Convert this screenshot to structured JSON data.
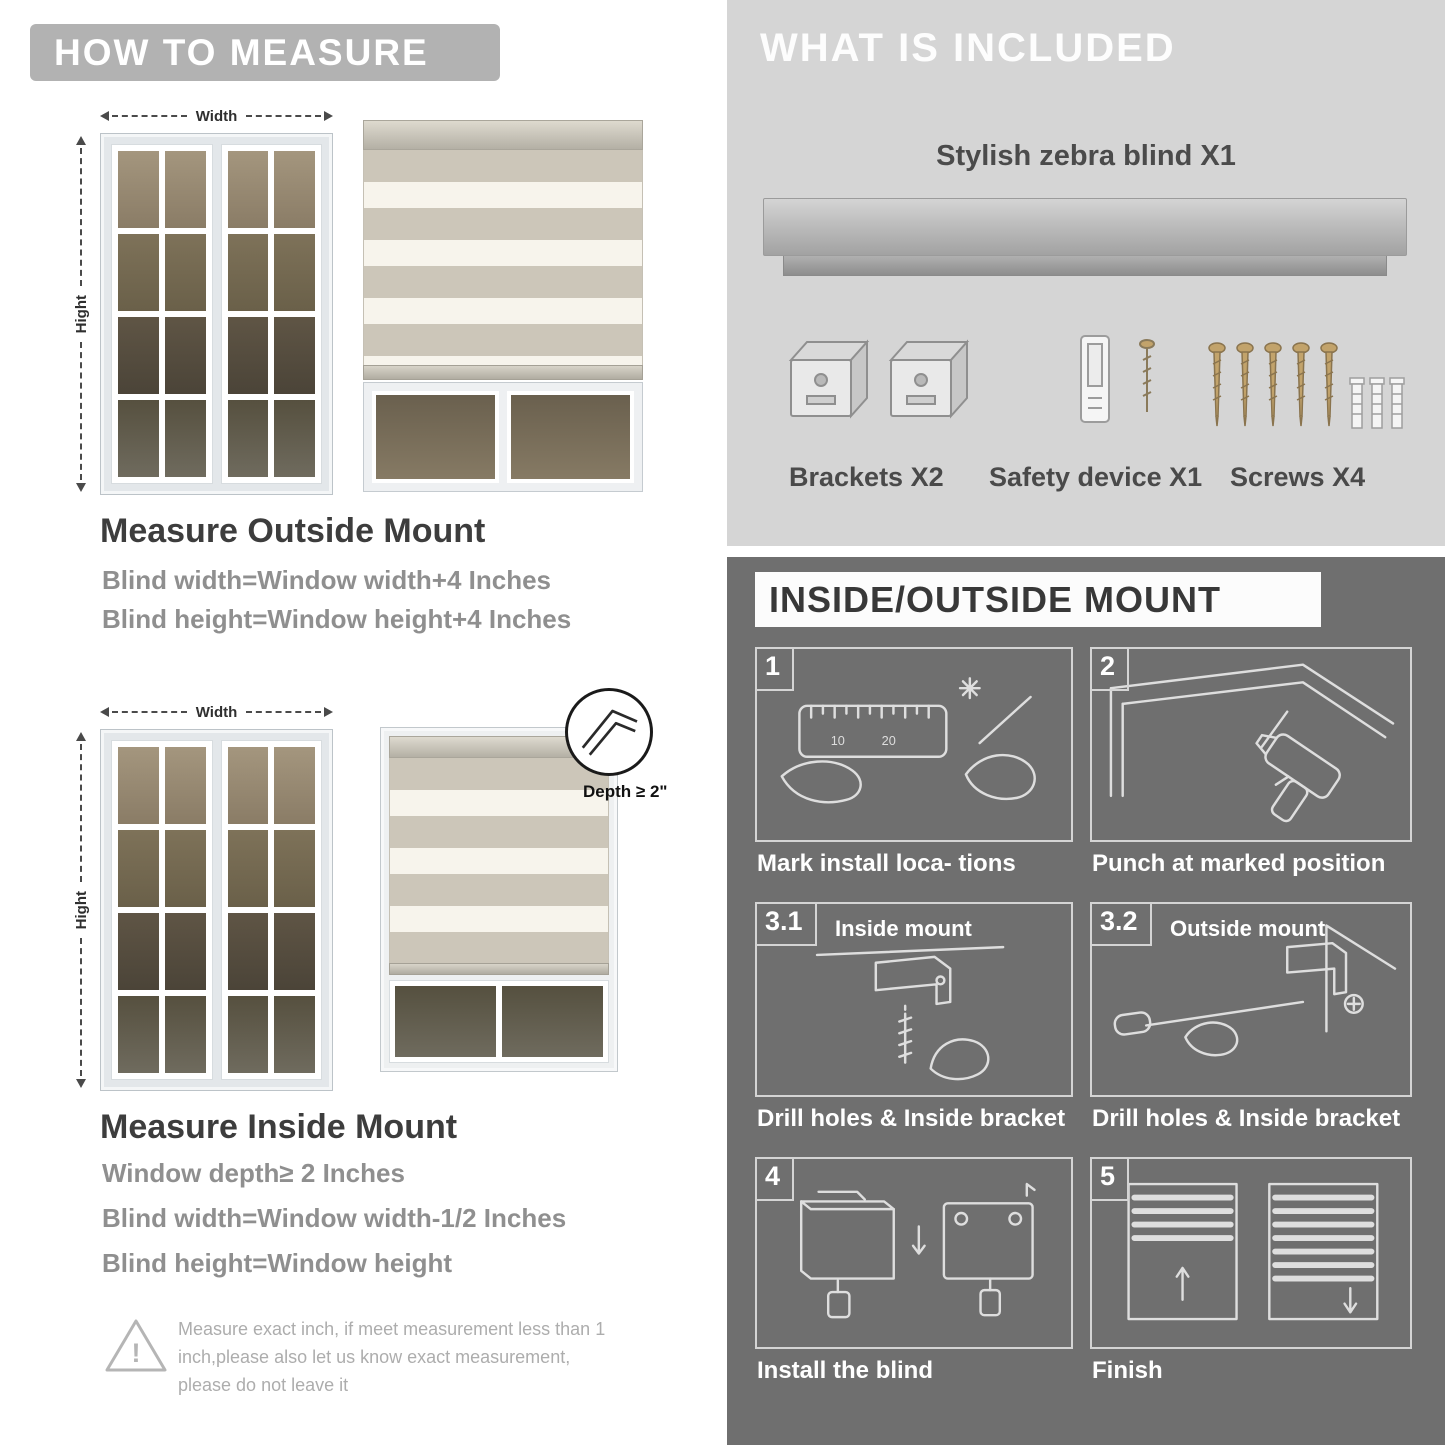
{
  "colors": {
    "header_bar": "#b2b2b2",
    "included_bg": "#d5d5d5",
    "mount_bg": "#6f6f6f",
    "title_text": "#3d3d3d",
    "formula_text": "#8f8f8f",
    "caption_text": "#ffffff"
  },
  "measure": {
    "header": "HOW TO MEASURE",
    "width_label": "Width",
    "height_label": "Hight",
    "outside": {
      "title": "Measure Outside Mount",
      "lines": [
        "Blind width=Window width+4 Inches",
        "Blind height=Window height+4 Inches"
      ]
    },
    "inside": {
      "depth_callout": "Depth ≥ 2\"",
      "title": "Measure Inside Mount",
      "lines": [
        "Window depth≥ 2 Inches",
        "Blind width=Window width-1/2 Inches",
        "Blind height=Window height"
      ]
    },
    "warning": {
      "icon": "!",
      "text": "Measure exact inch, if meet measurement less than 1 inch,please also let us know exact measurement, please do not leave it"
    }
  },
  "included": {
    "header": "WHAT IS INCLUDED",
    "blind_label": "Stylish zebra blind X1",
    "items": [
      {
        "name": "brackets",
        "label": "Brackets X2"
      },
      {
        "name": "safety-device",
        "label": "Safety device X1"
      },
      {
        "name": "screws",
        "label": "Screws X4"
      }
    ]
  },
  "mount": {
    "header": "INSIDE/OUTSIDE MOUNT",
    "steps": [
      {
        "num": "1",
        "title": "",
        "caption": "Mark install loca- tions"
      },
      {
        "num": "2",
        "title": "",
        "caption": "Punch at  marked position"
      },
      {
        "num": "3.1",
        "title": "Inside mount",
        "caption": "Drill holes &  Inside bracket"
      },
      {
        "num": "3.2",
        "title": "Outside mount",
        "caption": "Drill holes &  Inside bracket"
      },
      {
        "num": "4",
        "title": "",
        "caption": "Install the blind"
      },
      {
        "num": "5",
        "title": "",
        "caption": "Finish"
      }
    ]
  }
}
